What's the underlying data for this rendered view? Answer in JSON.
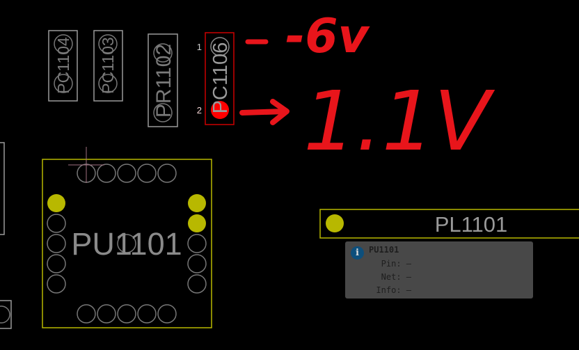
{
  "components": {
    "pc1104": "PC1104",
    "pc1103": "PC1103",
    "pr1102": "PR1102",
    "pc1106": "PC1106",
    "pc1106_pin1": "1",
    "pc1106_pin2": "2",
    "pu1101": "PU1101",
    "pl1101": "PL1101"
  },
  "annotations": {
    "top": "-6v",
    "bottom": "1.1V"
  },
  "tooltip": {
    "title": "PU1101",
    "pin": "Pin: —",
    "net": "Net: —",
    "info": "Info: —",
    "icon": "info-icon"
  },
  "colors": {
    "silkscreen": "#9a9a9a",
    "pad_highlight": "#b8b800",
    "selection": "#cc0000",
    "annotation": "#e8151b"
  }
}
